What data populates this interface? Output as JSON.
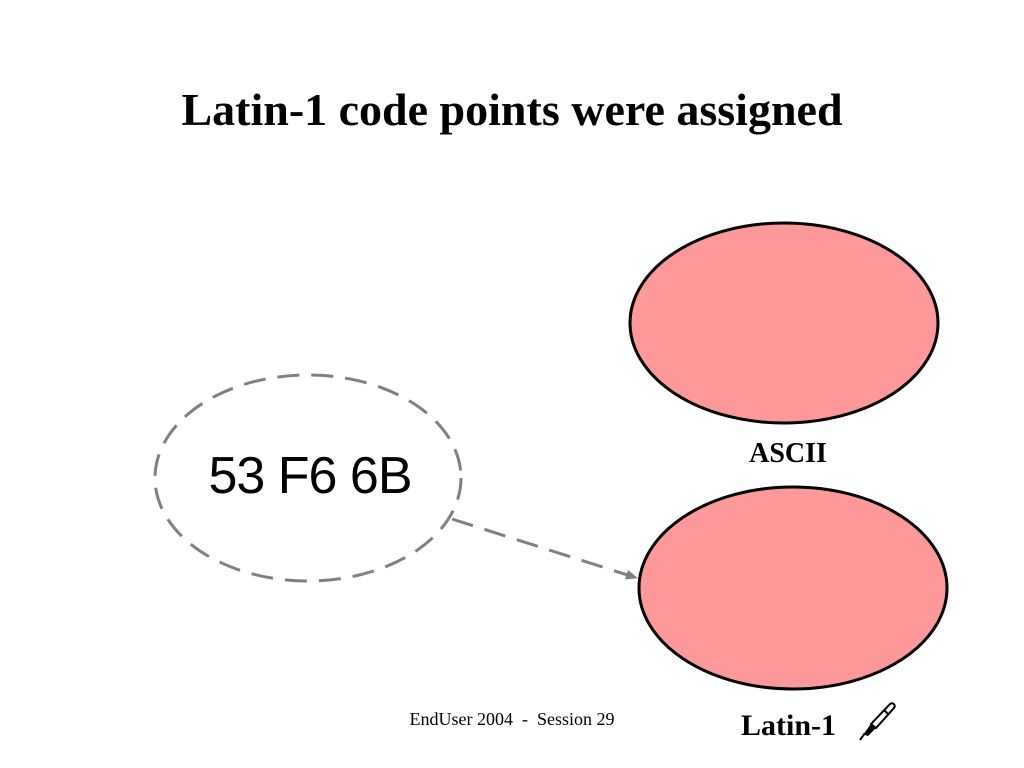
{
  "slide": {
    "title": "Latin-1 code points were assigned",
    "footer": "EndUser 2004  -  Session 29"
  },
  "diagram": {
    "code_bytes": "53 F6 6B",
    "ascii_label": "ASCII",
    "latin1_label": "Latin-1",
    "latin1_icon": "pen-icon",
    "colors": {
      "set_fill": "#ff9999",
      "set_stroke": "#000000",
      "dashed_stroke": "#808080"
    }
  }
}
